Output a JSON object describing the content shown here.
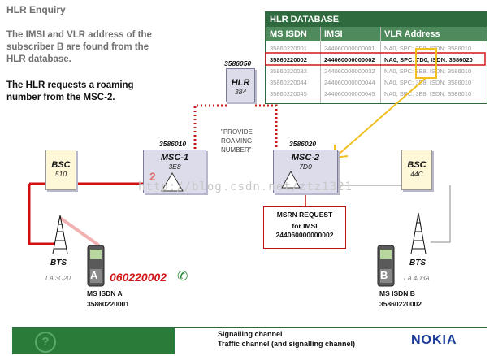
{
  "title": "HLR Enquiry",
  "paragraph1": "The IMSI and VLR address of the subscriber B are found from the HLR database.",
  "paragraph2": "The HLR requests a roaming number from the MSC-2.",
  "hlr_db": {
    "title": "HLR DATABASE",
    "columns": [
      "MS ISDN",
      "IMSI",
      "VLR Address"
    ],
    "rows": [
      [
        "35860220001",
        "244060000000001",
        "NA0, SPC: 3E8, ISDN: 3586010"
      ],
      [
        "35860220002",
        "244060000000002",
        "NA0, SPC: 7D0, ISDN: 3586020"
      ],
      [
        "35860220032",
        "244060000000032",
        "NA0, SPC: 3E8, ISDN: 3586010"
      ],
      [
        "35860220044",
        "244060000000044",
        "NA0, SPC: 3E8, ISDN: 3586010"
      ],
      [
        "35860220045",
        "244060000000045",
        "NA0, SPC: 3E8, ISDN: 3586010"
      ]
    ],
    "highlight_row": 1
  },
  "hlr": {
    "number": "3586050",
    "name": "HLR",
    "code": "384"
  },
  "msc1": {
    "number": "3586010",
    "name": "MSC-1",
    "code": "3E8",
    "badge": "2"
  },
  "msc2": {
    "number": "3586020",
    "name": "MSC-2",
    "code": "7D0"
  },
  "bsc_left": {
    "name": "BSC",
    "code": "510"
  },
  "bsc_right": {
    "name": "BSC",
    "code": "44C"
  },
  "provide_label": "\"PROVIDE ROAMING NUMBER\"",
  "msrn_request": {
    "line1": "MSRN REQUEST",
    "line2": "for IMSI",
    "line3": "244060000000002"
  },
  "bts_left": {
    "label": "BTS",
    "la": "LA 3C20"
  },
  "bts_right": {
    "label": "BTS",
    "la": "LA 4D3A"
  },
  "ms_a": {
    "letter": "A",
    "label": "MS ISDN A",
    "number": "35860220001",
    "dialed": "060220002"
  },
  "ms_b": {
    "letter": "B",
    "label": "MS ISDN B",
    "number": "35860220002"
  },
  "legend": {
    "signalling": "Signalling channel",
    "traffic": "Traffic channel (and signalling channel)"
  },
  "footer": {
    "help": "?",
    "brand": "NOKIA"
  },
  "watermark": "http://blog.csdn.net/ztz1321",
  "colors": {
    "signalling": "#c81818",
    "traffic": "#d01010",
    "highlight": "#f0c020",
    "footer_green": "#2a7a3a"
  }
}
